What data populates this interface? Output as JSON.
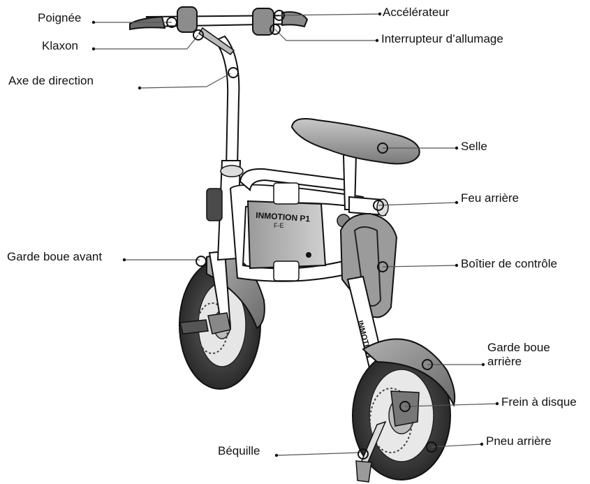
{
  "diagram": {
    "labels": {
      "poignee": "Poignée",
      "klaxon": "Klaxon",
      "axe": "Axe de direction",
      "garde_avant": "Garde boue avant",
      "bequille": "Béquille",
      "accelerateur": "Accélérateur",
      "interrupteur": "Interrupteur d’allumage",
      "selle": "Selle",
      "feu": "Feu arrière",
      "boitier": "Boîtier de contrôle",
      "garde_arriere": "Garde boue arrière",
      "frein": "Frein à disque",
      "pneu": "Pneu arrière"
    },
    "branding": {
      "battery_text": "INMOTION P1",
      "battery_subtext": "F-E",
      "frame_text": "INMOTION"
    },
    "colors": {
      "frame": "#ffffff",
      "tire": "#3a3a3a",
      "fender": "#8a8a8a",
      "seat": "#a8a8a8",
      "line": "#555555",
      "outline": "#1a1a1a"
    }
  }
}
